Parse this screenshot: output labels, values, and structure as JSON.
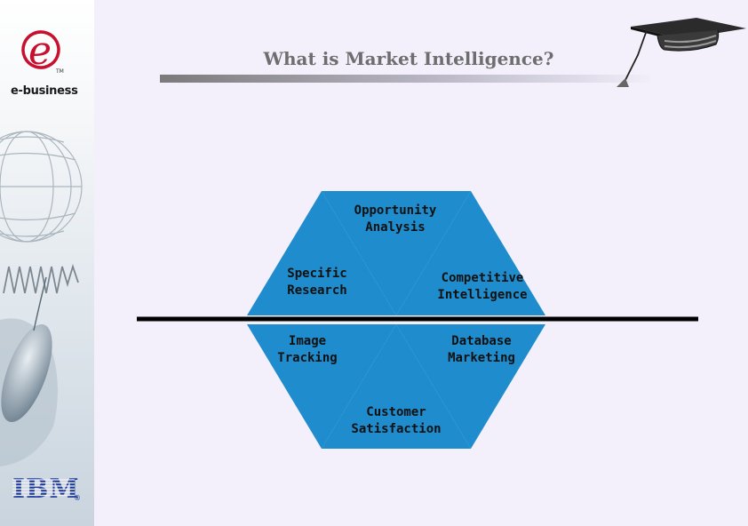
{
  "slide": {
    "title": "What is Market Intelligence?"
  },
  "sidebar": {
    "brand_label": "e-business",
    "logo_mark": "e",
    "trademark": "TM",
    "company_logo": "IBM",
    "registered_mark": "®"
  },
  "diagram": {
    "segments": [
      {
        "id": "top",
        "label": "Opportunity\nAnalysis"
      },
      {
        "id": "upper-left",
        "label": "Specific\nResearch"
      },
      {
        "id": "upper-right",
        "label": "Competitive\nIntelligence"
      },
      {
        "id": "lower-left",
        "label": "Image\nTracking"
      },
      {
        "id": "lower-right",
        "label": "Database\nMarketing"
      },
      {
        "id": "bottom",
        "label": "Customer\nSatisfaction"
      }
    ]
  },
  "colors": {
    "background": "#f3f0fb",
    "segment_fill": "#1e8ccd",
    "title_text": "#6e6e6e",
    "divider": "#000000",
    "logo_red": "#c8102e",
    "ibm_blue": "#1f3f99"
  },
  "icons": {
    "graduation_cap": "graduation-cap-icon",
    "e_logo": "e-logo-icon",
    "globe": "globe-icon",
    "mouse": "mouse-icon"
  }
}
